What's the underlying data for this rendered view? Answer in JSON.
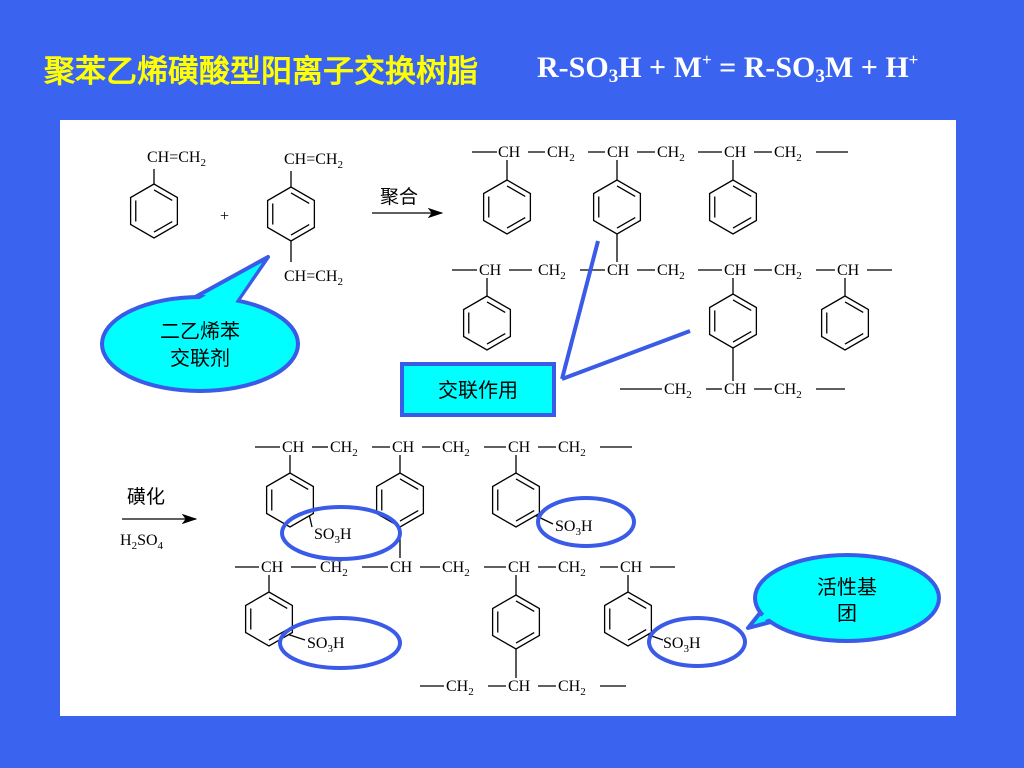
{
  "slide": {
    "title": "聚苯乙烯磺酸型阳离子交换树脂",
    "equation": {
      "p1": "R-SO",
      "s1": "3",
      "p2": "H + M",
      "sup1": "+",
      "p3": " = R-SO",
      "s2": "3",
      "p4": "M  + H",
      "sup2": "+"
    }
  },
  "diagram": {
    "monomer_vinyl": {
      "ch": "CH=CH",
      "sub": "2"
    },
    "plus": "+",
    "polymerize_label": "聚合",
    "sulfonation_label": "磺化",
    "reagent": {
      "h": "H",
      "s1": "2",
      "so": "SO",
      "s2": "4"
    },
    "ch": "CH",
    "ch2": "CH",
    "sub2": "2",
    "so3h": {
      "so": "SO",
      "sub": "3",
      "h": "H"
    },
    "callout_crosslinker": [
      "二乙烯苯",
      "交联剂"
    ],
    "callout_crosslink": "交联作用",
    "callout_active": [
      "活性基",
      "团"
    ]
  },
  "colors": {
    "background": "#3a63f0",
    "title": "#ffff00",
    "callout_fill": "#00ffff",
    "callout_border": "#3a5ae8"
  }
}
